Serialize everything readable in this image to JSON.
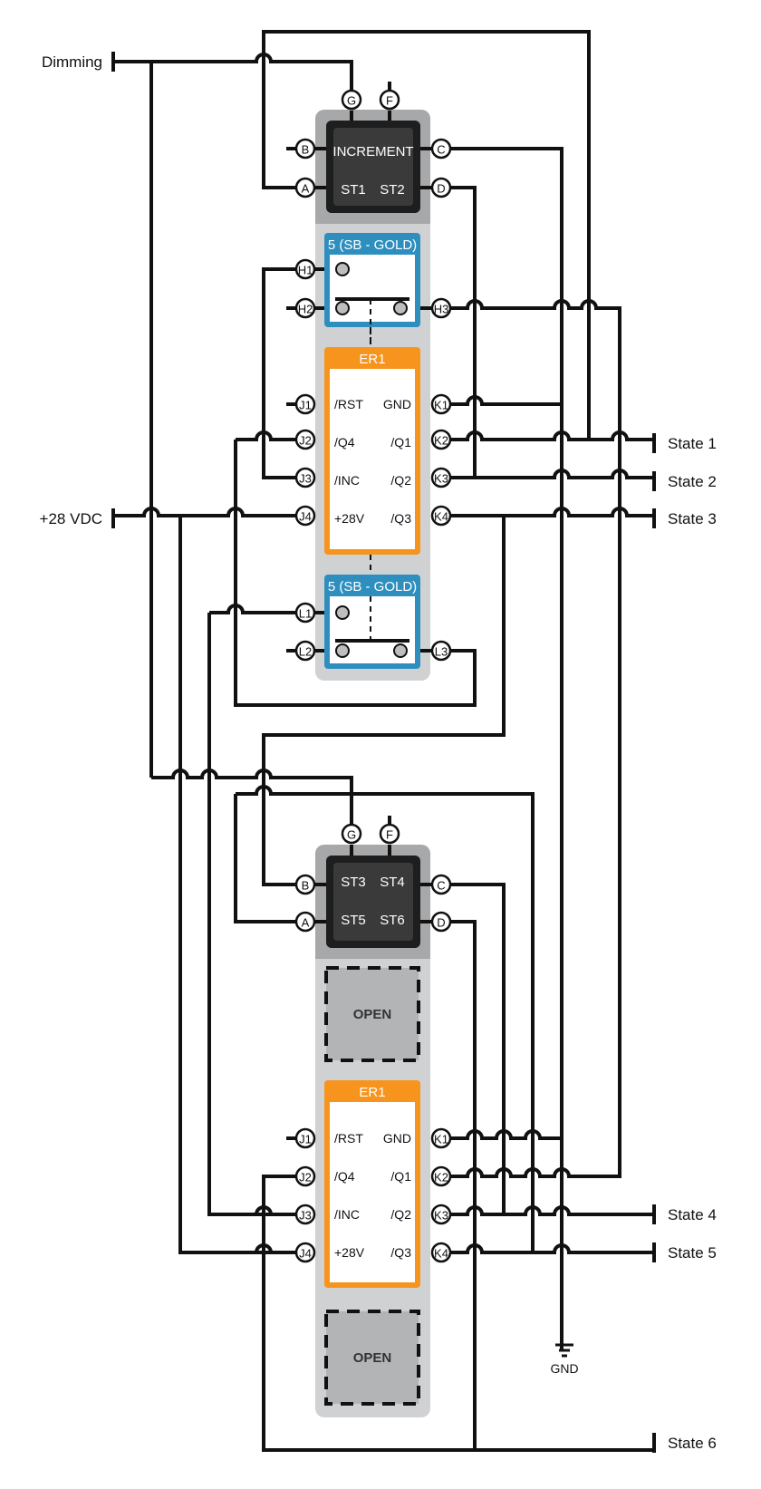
{
  "inputs": {
    "dimming": "Dimming",
    "vdc": "+28 VDC"
  },
  "outputs": [
    "State 1",
    "State 2",
    "State 3",
    "State 4",
    "State 5",
    "State 6"
  ],
  "ground_label": "GND",
  "colors": {
    "wire": "#111111",
    "rail": "#d0d1d3",
    "switch_bezel": "#a7a8aa",
    "switch_body": "#1e1e1e",
    "switch_face": "#3a3a3a",
    "contact_block": "#2e8fbf",
    "relay": "#f7941d",
    "open_slot": "#b3b4b6"
  },
  "top_unit": {
    "switch": {
      "title": "INCREMENT",
      "legends": [
        "ST1",
        "ST2"
      ],
      "pins": {
        "top": [
          "G",
          "F"
        ],
        "left": [
          "B",
          "A"
        ],
        "right": [
          "C",
          "D"
        ]
      }
    },
    "contact_block_upper": {
      "title": "5 (SB - GOLD)",
      "pins": {
        "left": [
          "H1",
          "H2"
        ],
        "right": [
          "H3"
        ]
      }
    },
    "relay": {
      "title": "ER1",
      "left_signals": [
        "/RST",
        "/Q4",
        "/INC",
        "+28V"
      ],
      "right_signals": [
        "GND",
        "/Q1",
        "/Q2",
        "/Q3"
      ],
      "left_pins": [
        "J1",
        "J2",
        "J3",
        "J4"
      ],
      "right_pins": [
        "K1",
        "K2",
        "K3",
        "K4"
      ]
    },
    "contact_block_lower": {
      "title": "5 (SB - GOLD)",
      "pins": {
        "left": [
          "L1",
          "L2"
        ],
        "right": [
          "L3"
        ]
      }
    }
  },
  "bottom_unit": {
    "switch": {
      "legends_row1": [
        "ST3",
        "ST4"
      ],
      "legends_row2": [
        "ST5",
        "ST6"
      ],
      "pins": {
        "top": [
          "G",
          "F"
        ],
        "left": [
          "B",
          "A"
        ],
        "right": [
          "C",
          "D"
        ]
      }
    },
    "open_slot_upper": "OPEN",
    "relay": {
      "title": "ER1",
      "left_signals": [
        "/RST",
        "/Q4",
        "/INC",
        "+28V"
      ],
      "right_signals": [
        "GND",
        "/Q1",
        "/Q2",
        "/Q3"
      ],
      "left_pins": [
        "J1",
        "J2",
        "J3",
        "J4"
      ],
      "right_pins": [
        "K1",
        "K2",
        "K3",
        "K4"
      ]
    },
    "open_slot_lower": "OPEN"
  }
}
